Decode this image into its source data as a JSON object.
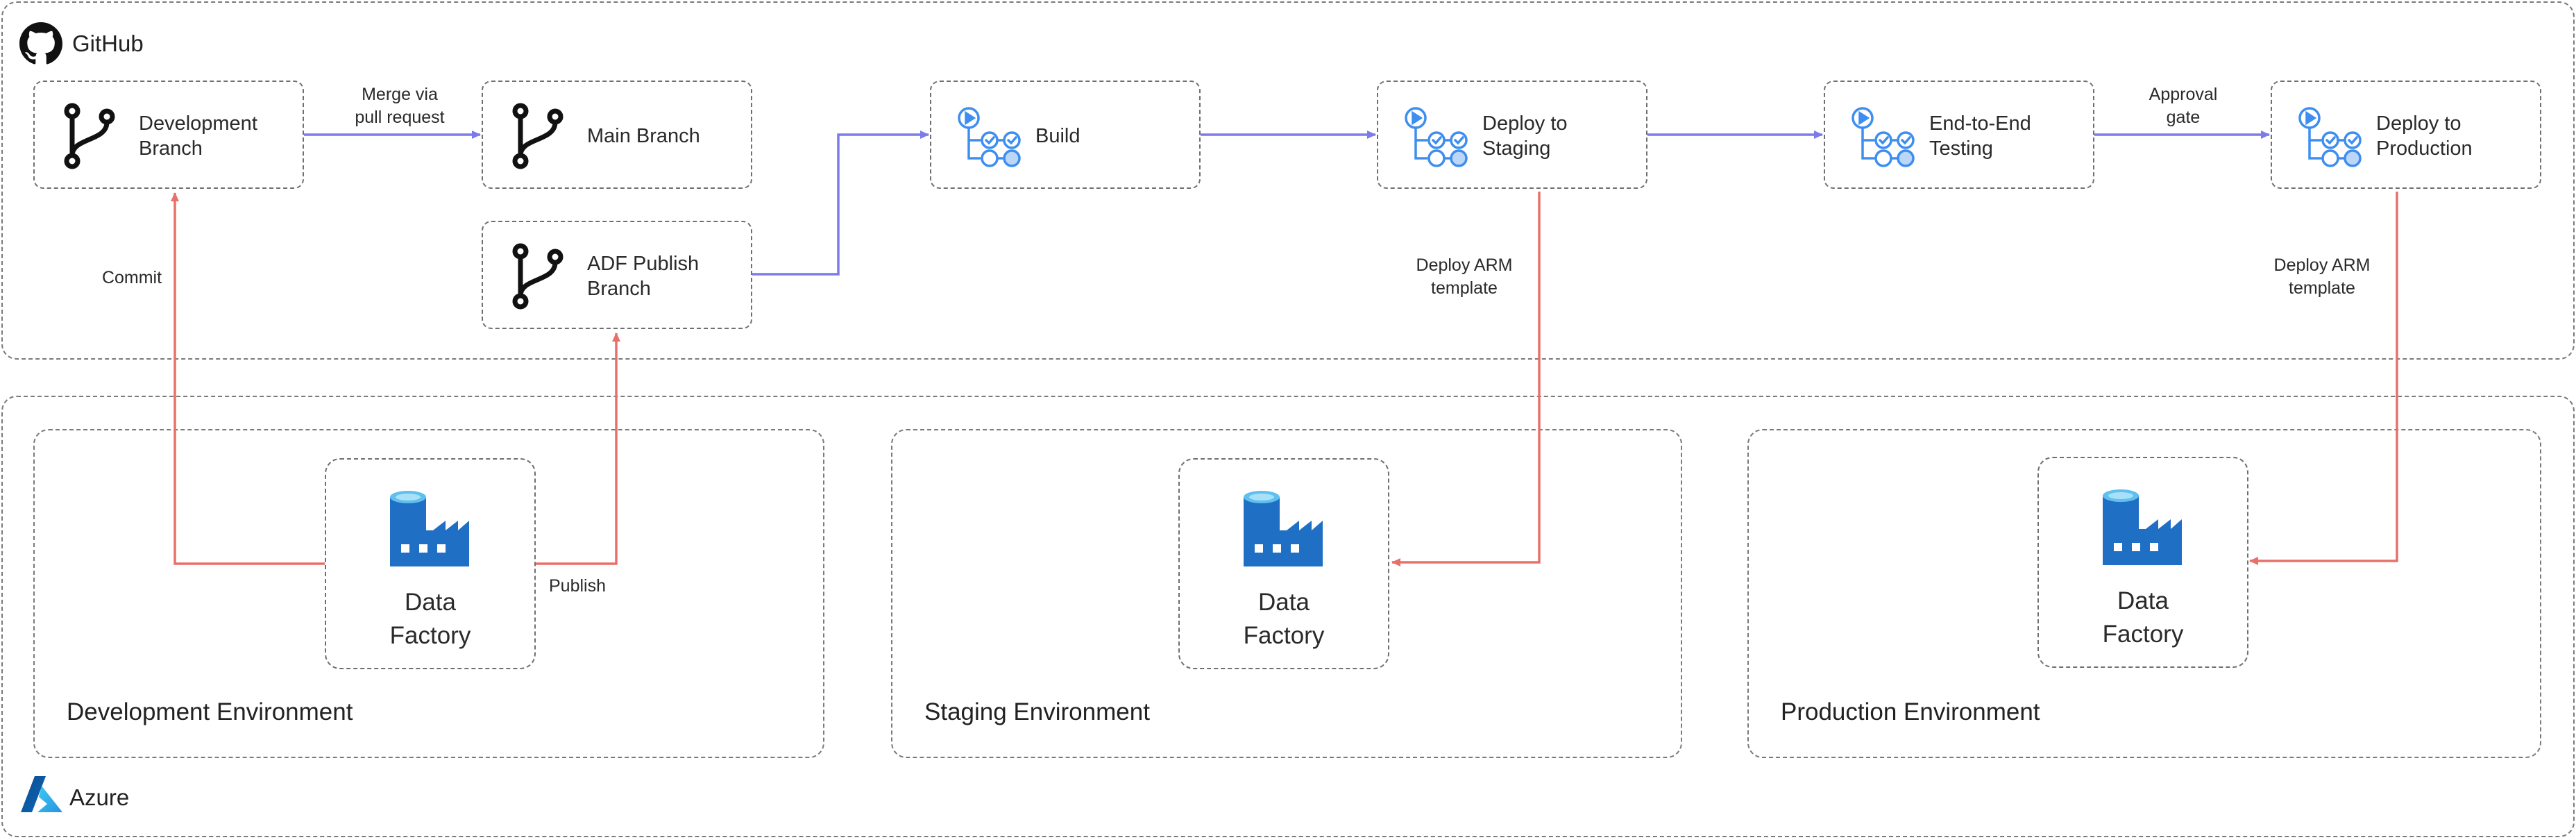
{
  "colors": {
    "pipeline_arrow": "#7b7bea",
    "deploy_arrow": "#e8706a",
    "azure_blue": "#1f6fc5",
    "git_icon": "#111111",
    "workflow_icon": "#3d8ef0"
  },
  "github": {
    "title": "GitHub",
    "icon": "github-octocat-icon",
    "nodes": {
      "dev_branch": "Development\nBranch",
      "main_branch": "Main Branch",
      "adf_publish": "ADF Publish\nBranch",
      "build": "Build",
      "deploy_staging": "Deploy to\nStaging",
      "e2e_testing": "End-to-End\nTesting",
      "deploy_production": "Deploy to\nProduction"
    },
    "edges": {
      "merge": "Merge via\npull request",
      "approval": "Approval\ngate",
      "commit": "Commit",
      "publish": "Publish",
      "deploy_arm_staging": "Deploy ARM\ntemplate",
      "deploy_arm_production": "Deploy ARM\ntemplate"
    }
  },
  "azure": {
    "title": "Azure",
    "icon": "azure-logo-icon",
    "environments": {
      "development": {
        "title": "Development Environment",
        "service": "Data\nFactory"
      },
      "staging": {
        "title": "Staging Environment",
        "service": "Data\nFactory"
      },
      "production": {
        "title": "Production Environment",
        "service": "Data\nFactory"
      }
    }
  }
}
